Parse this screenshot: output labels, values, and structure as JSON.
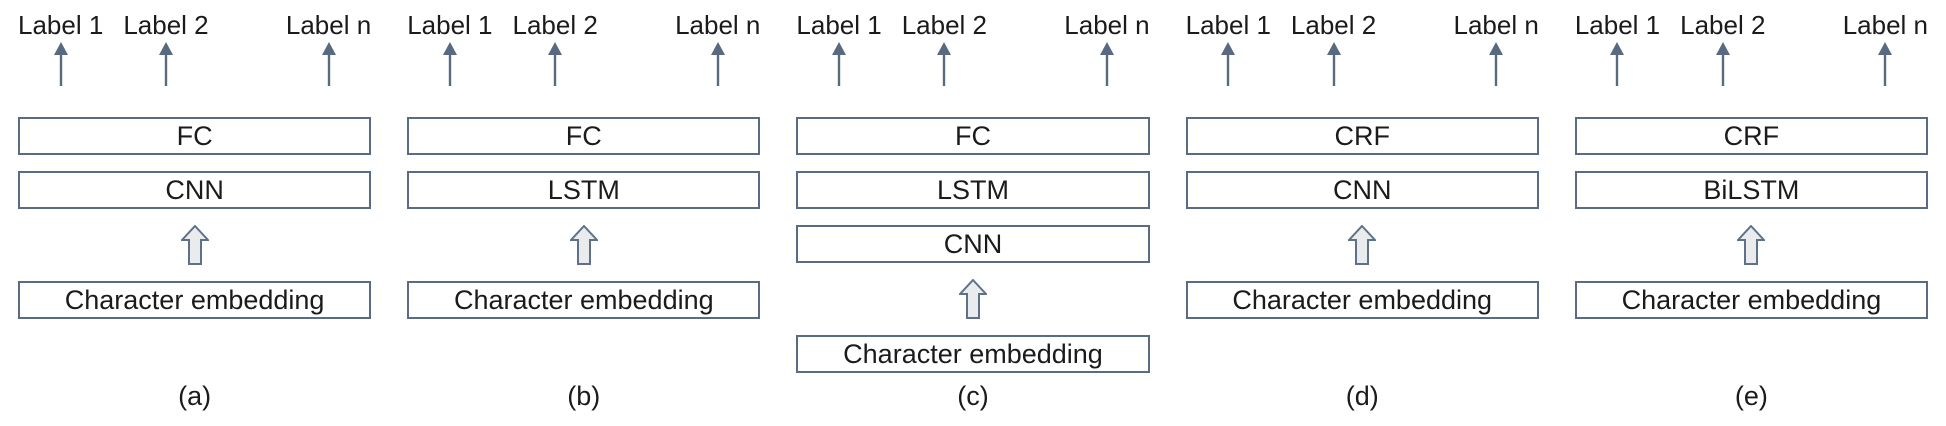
{
  "diagram": {
    "output_labels": [
      "Label 1",
      "Label 2",
      "Label n"
    ],
    "input_label": "Character embedding",
    "panels": [
      {
        "caption": "(a)",
        "layers": [
          "FC",
          "CNN"
        ],
        "input": "Character embedding"
      },
      {
        "caption": "(b)",
        "layers": [
          "FC",
          "LSTM"
        ],
        "input": "Character embedding"
      },
      {
        "caption": "(c)",
        "layers": [
          "FC",
          "LSTM",
          "CNN"
        ],
        "input": "Character embedding"
      },
      {
        "caption": "(d)",
        "layers": [
          "CRF",
          "CNN"
        ],
        "input": "Character embedding"
      },
      {
        "caption": "(e)",
        "layers": [
          "CRF",
          "BiLSTM"
        ],
        "input": "Character embedding"
      }
    ],
    "colors": {
      "box_border": "#5a6b84",
      "thin_arrow": "#596a80",
      "block_arrow_fill": "#e9ebed",
      "block_arrow_stroke": "#5f7189",
      "text": "#1b1b1b",
      "background": "#ffffff"
    }
  }
}
